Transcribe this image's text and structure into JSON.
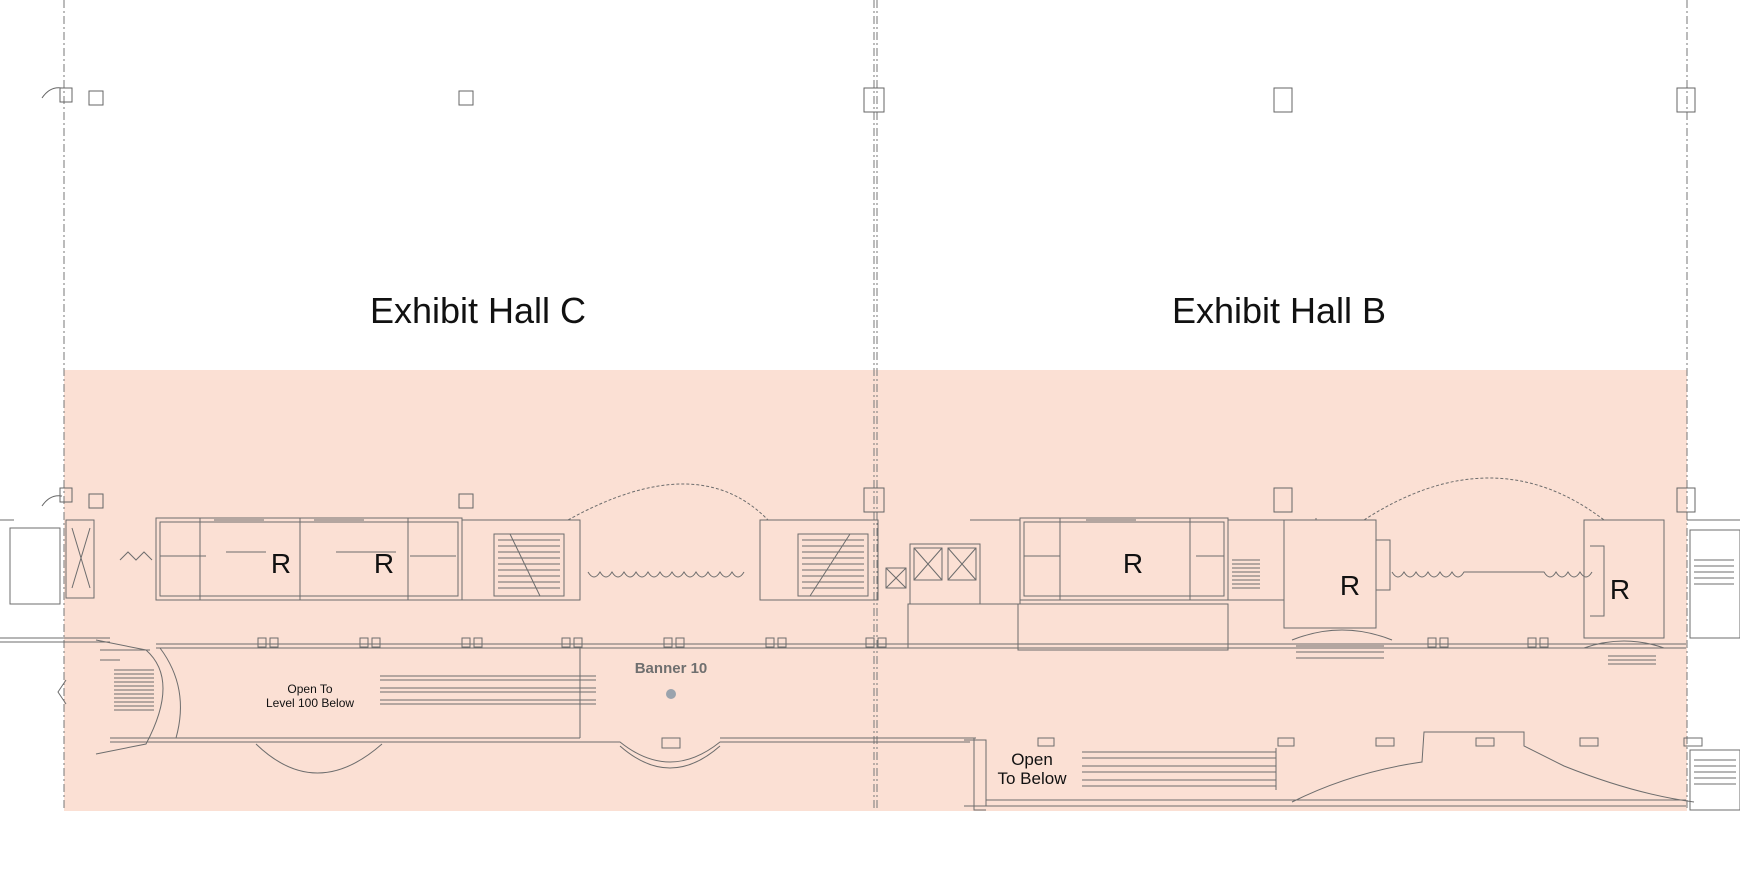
{
  "colors": {
    "zone_fill": "#fbe0d4",
    "linework": "#6d6d6d",
    "banner_dot": "#9aa3ad",
    "banner_text": "#6f6f6f"
  },
  "halls": [
    {
      "label": "Exhibit Hall C"
    },
    {
      "label": "Exhibit Hall B"
    }
  ],
  "restroom_label": "R",
  "openings": [
    {
      "lines": [
        "Open To",
        "Level 100 Below"
      ]
    },
    {
      "lines": [
        "Open",
        "To Below"
      ]
    }
  ],
  "banner": {
    "label": "Banner 10",
    "icon": "banner-location-dot"
  }
}
